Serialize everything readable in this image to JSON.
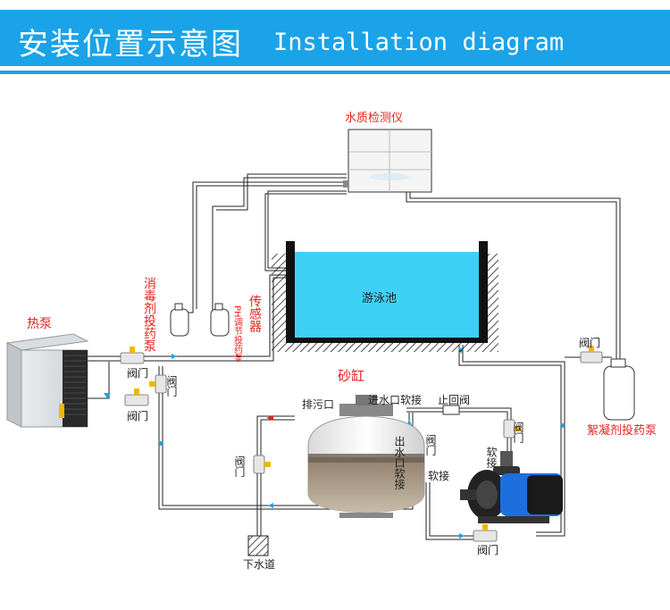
{
  "header": {
    "title_cn": "安装位置示意图",
    "title_en": "Installation diagram"
  },
  "labels": {
    "water_quality_tester": "水质检测仪",
    "pool": "游泳池",
    "disinfectant_pump": "消毒剂投药泵",
    "ph_pump": "PH调节投药泵",
    "sensor": "传感器",
    "heat_pump": "热泵",
    "valve": "阀门",
    "sand_tank": "砂缸",
    "drain_port": "排污口",
    "inlet_hose": "进水口软接",
    "outlet_hose": "出水口软接",
    "check_valve": "止回阀",
    "soft_joint": "软接",
    "sewer": "下水道",
    "flocculant_pump": "絮凝剂投药泵"
  },
  "colors": {
    "header_blue": "#1aa3e8",
    "label_red": "#e8221d",
    "pool_water": "#3fd0f5",
    "pipe_arrow": "#1aa3e8",
    "pump_blue": "#1d6fe0"
  }
}
